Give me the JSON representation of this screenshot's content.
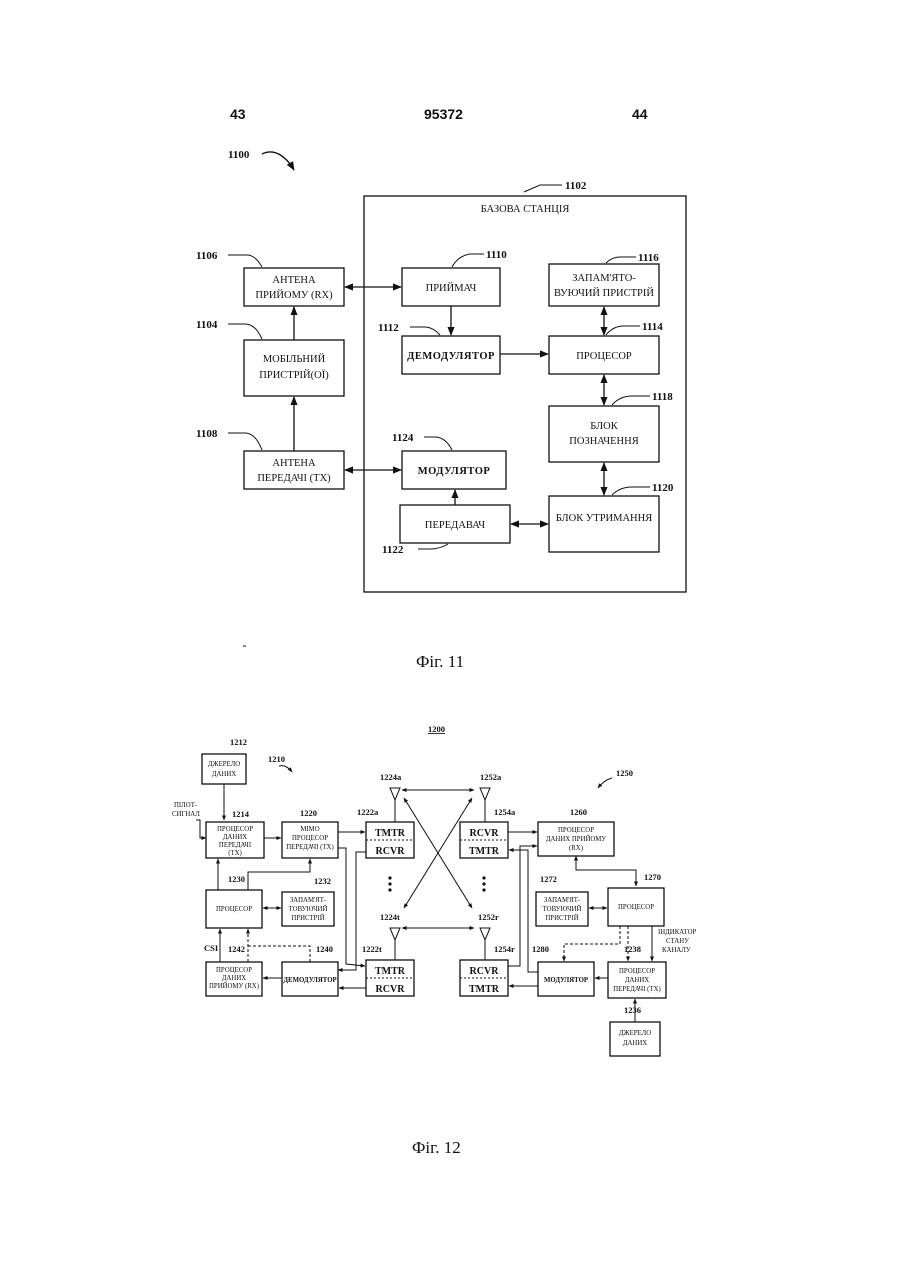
{
  "header": {
    "left_page": "43",
    "patent_number": "95372",
    "right_page": "44"
  },
  "fig11": {
    "caption": "Фіг. 11",
    "ref_system": "1100",
    "base_station": {
      "ref": "1102",
      "label": "БАЗОВА СТАНЦІЯ"
    },
    "rx_antenna": {
      "ref": "1106",
      "line1": "АНТЕНА",
      "line2": "ПРИЙОМУ (RX)"
    },
    "mobile": {
      "ref": "1104",
      "line1": "МОБІЛЬНИЙ",
      "line2": "ПРИСТРІЙ(ОЇ)"
    },
    "tx_antenna": {
      "ref": "1108",
      "line1": "АНТЕНА",
      "line2": "ПЕРЕДАЧІ (TX)"
    },
    "receiver": {
      "ref": "1110",
      "label": "ПРИЙМАЧ"
    },
    "demodulator": {
      "ref": "1112",
      "label": "ДЕМОДУЛЯТОР"
    },
    "modulator": {
      "ref": "1124",
      "label": "МОДУЛЯТОР"
    },
    "transmitter": {
      "ref": "1122",
      "label": "ПЕРЕДАВАЧ"
    },
    "memory": {
      "ref": "1116",
      "line1": "ЗАПАМ'ЯТО-",
      "line2": "ВУЮЧИЙ ПРИСТРІЙ"
    },
    "processor": {
      "ref": "1114",
      "label": "ПРОЦЕСОР"
    },
    "designation": {
      "ref": "1118",
      "line1": "БЛОК",
      "line2": "ПОЗНАЧЕННЯ"
    },
    "retention": {
      "ref": "1120",
      "label": "БЛОК УТРИМАННЯ"
    }
  },
  "fig12": {
    "caption": "Фіг. 12",
    "ref_system": "1200",
    "ref_tx_system": "1210",
    "ref_rx_system": "1250",
    "data_source_top": {
      "ref": "1212",
      "line1": "ДЖЕРЕЛО",
      "line2": "ДАНИХ"
    },
    "pilot": {
      "line1": "ПІЛОТ-",
      "line2": "СИГНАЛ"
    },
    "tx_data_proc": {
      "ref": "1214",
      "line1": "ПРОЦЕСОР",
      "line2": "ДАНИХ",
      "line3": "ПЕРЕДАЧІ",
      "line4": "(TX)"
    },
    "mimo_proc": {
      "ref": "1220",
      "line1": "MIMO",
      "line2": "ПРОЦЕСОР",
      "line3": "ПЕРЕДАЧІ (TX)"
    },
    "proc_left": {
      "ref": "1230",
      "label": "ПРОЦЕСОР"
    },
    "mem_left": {
      "ref": "1232",
      "line1": "ЗАПАМ'ЯТ-",
      "line2": "ТОВУЮЧИЙ",
      "line3": "ПРИСТРІЙ"
    },
    "csi": "CSI",
    "rx_data_proc_left": {
      "ref": "1242",
      "line1": "ПРОЦЕСОР",
      "line2": "ДАНИХ",
      "line3": "ПРИЙОМУ (RX)"
    },
    "demod": {
      "ref": "1240",
      "label": "ДЕМОДУЛЯТОР"
    },
    "trx_a_left": {
      "ref": "1222a",
      "top": "TMTR",
      "bottom": "RCVR"
    },
    "trx_t_left": {
      "ref": "1222t",
      "top": "TMTR",
      "bottom": "RCVR"
    },
    "trx_a_right": {
      "ref": "1254a",
      "top": "RCVR",
      "bottom": "TMTR"
    },
    "trx_r_right": {
      "ref": "1254r",
      "top": "RCVR",
      "bottom": "TMTR"
    },
    "ant_1224a": "1224a",
    "ant_1224t": "1224t",
    "ant_1252a": "1252a",
    "ant_1252r": "1252r",
    "rx_data_proc_right": {
      "ref": "1260",
      "line1": "ПРОЦЕСОР",
      "line2": "ДАНИХ ПРИЙОМУ",
      "line3": "(RX)"
    },
    "mem_right": {
      "ref": "1272",
      "line1": "ЗАПАМ'ЯТ-",
      "line2": "ТОВУЮЧИЙ",
      "line3": "ПРИСТРІЙ"
    },
    "proc_right": {
      "ref": "1270",
      "label": "ПРОЦЕСОР"
    },
    "cqi": {
      "line1": "ІНДИКАТОР",
      "line2": "СТАНУ",
      "line3": "КАНАЛУ"
    },
    "mod": {
      "ref": "1280",
      "label": "МОДУЛЯТОР"
    },
    "tx_data_proc_right": {
      "ref": "1238",
      "line1": "ПРОЦЕСОР",
      "line2": "ДАНИХ",
      "line3": "ПЕРЕДАЧІ (TX)"
    },
    "data_source_bottom": {
      "ref": "1236",
      "line1": "ДЖЕРЕЛО",
      "line2": "ДАНИХ"
    }
  }
}
